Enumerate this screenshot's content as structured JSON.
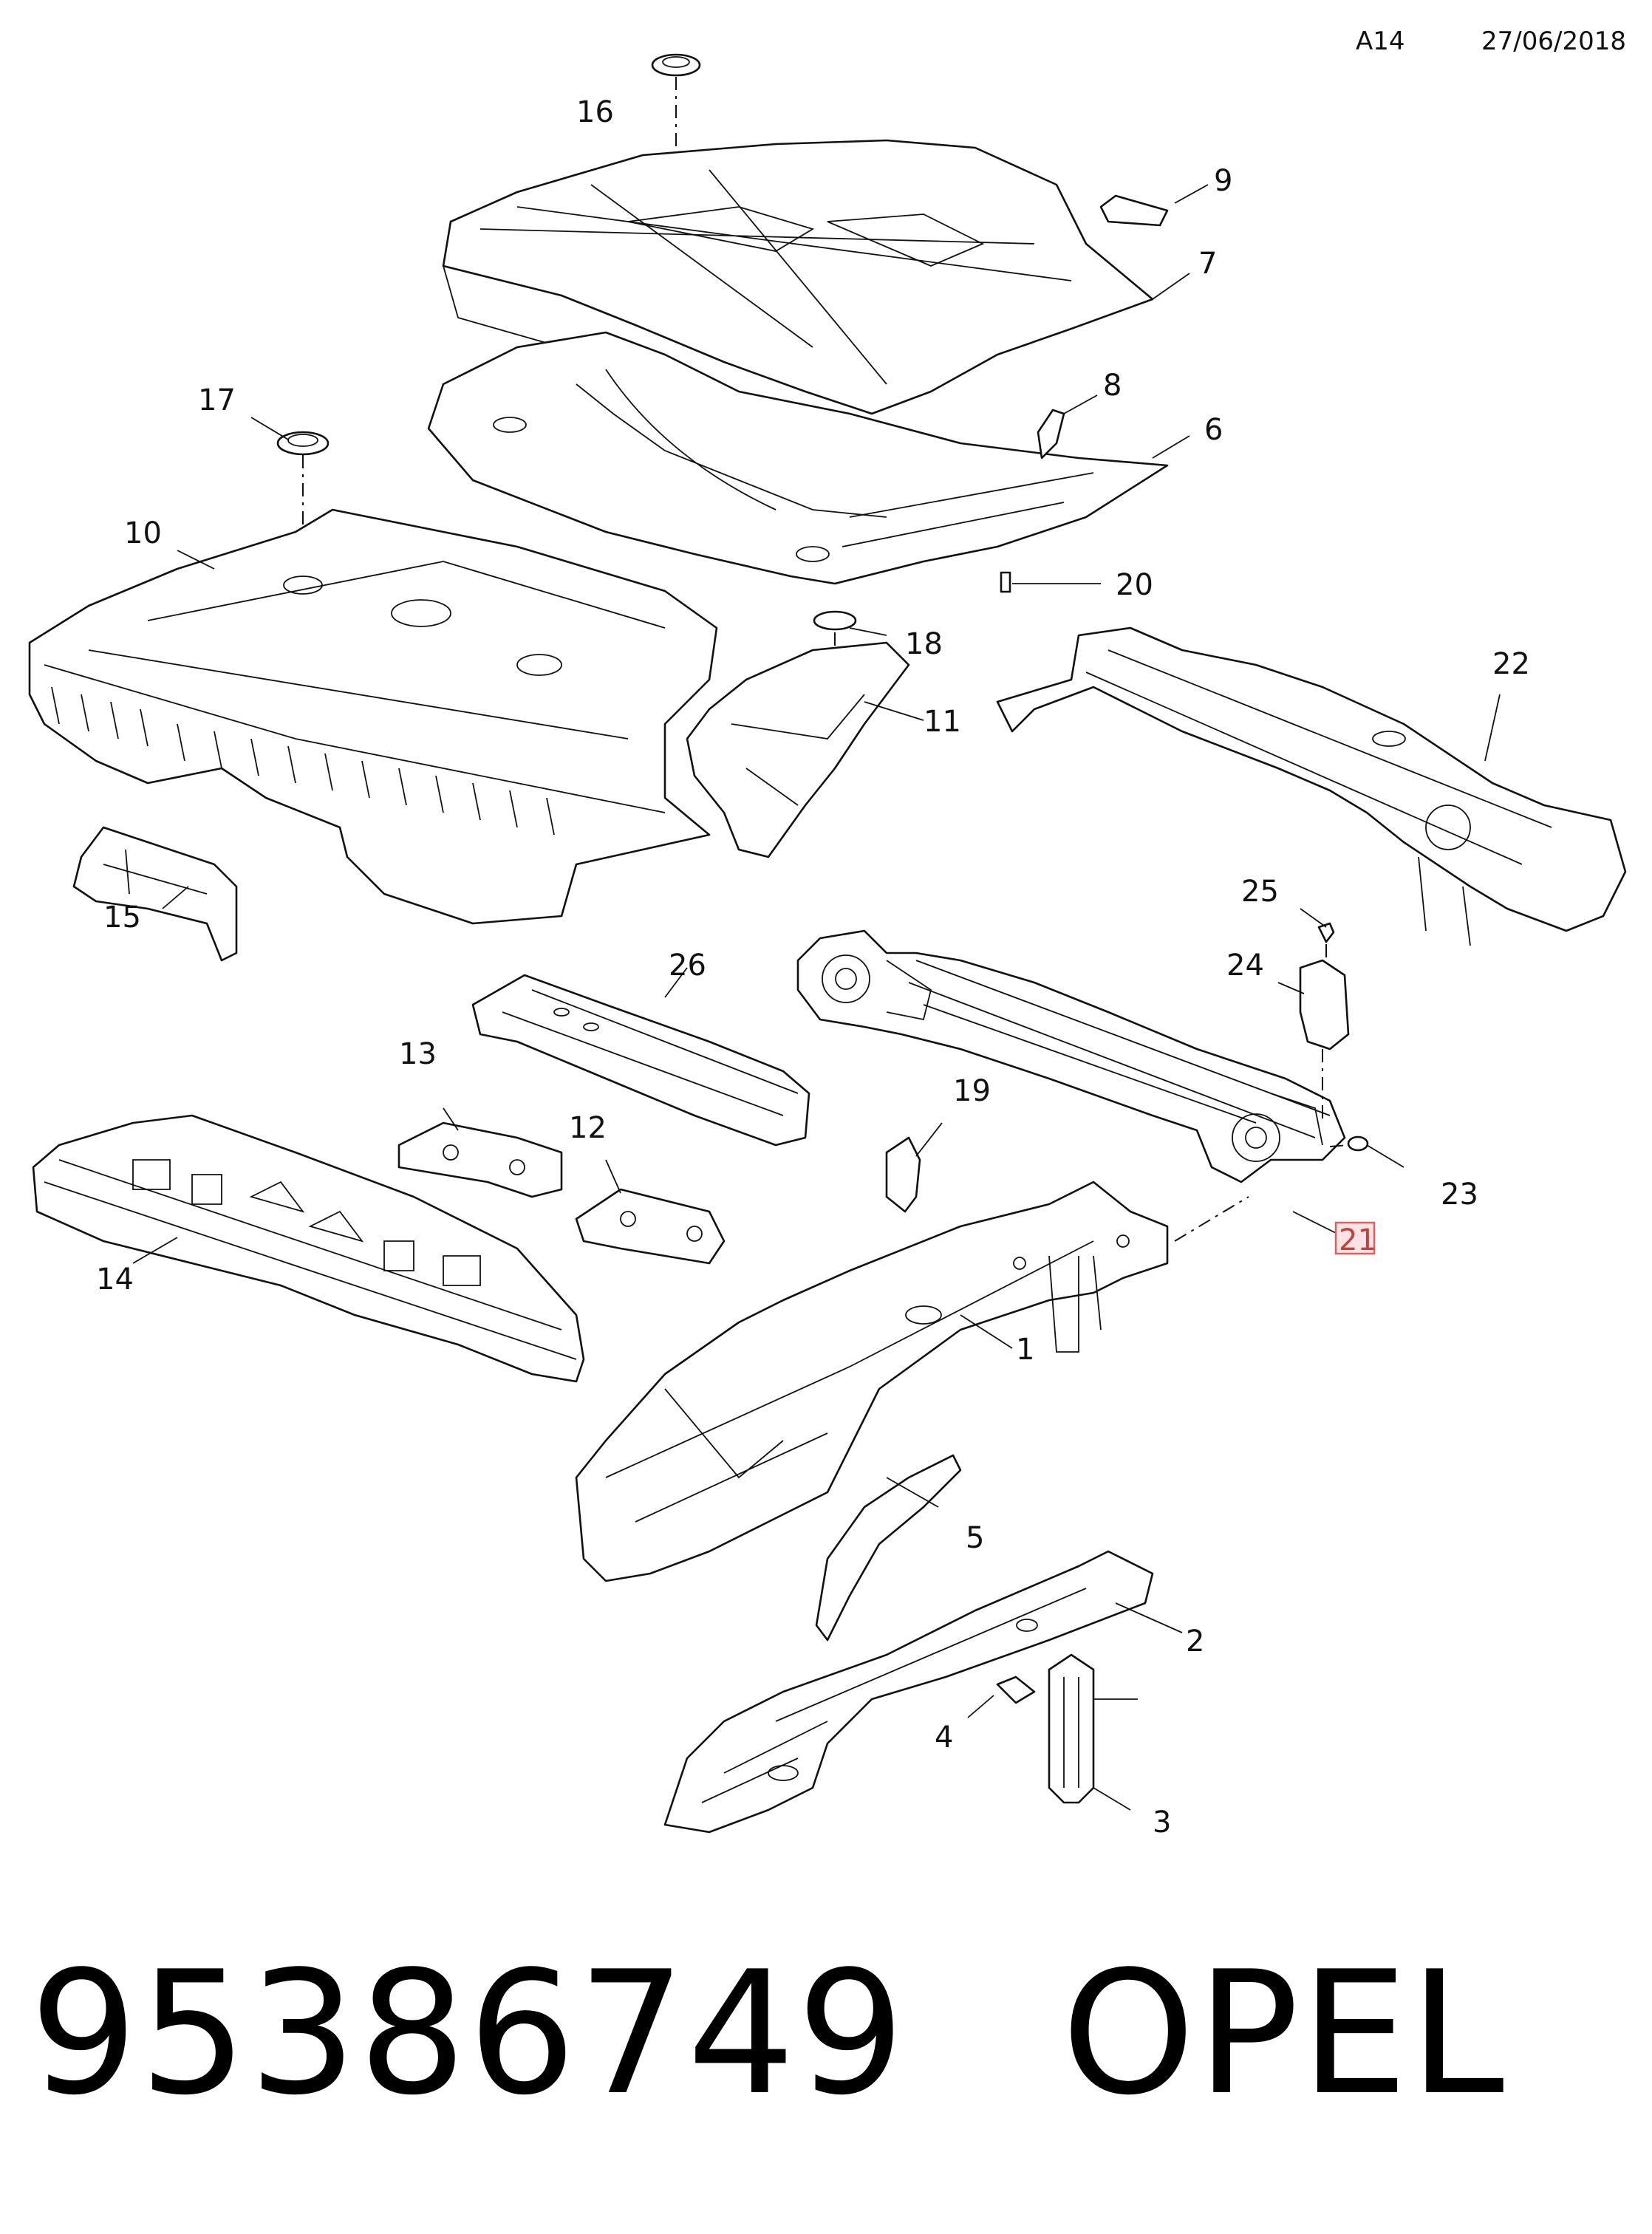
{
  "header": {
    "sheet": "A14",
    "date": "27/06/2018"
  },
  "caption": {
    "part_number": "95386749",
    "brand": "OPEL"
  },
  "callouts": {
    "c1": "1",
    "c2": "2",
    "c3": "3",
    "c4": "4",
    "c5": "5",
    "c6": "6",
    "c7": "7",
    "c8": "8",
    "c9": "9",
    "c10": "10",
    "c11": "11",
    "c12": "12",
    "c13": "13",
    "c14": "14",
    "c15": "15",
    "c16": "16",
    "c17": "17",
    "c18": "18",
    "c19": "19",
    "c20": "20",
    "c21": "21",
    "c22": "22",
    "c23": "23",
    "c24": "24",
    "c25": "25",
    "c26": "26"
  },
  "highlighted_callout": "21"
}
